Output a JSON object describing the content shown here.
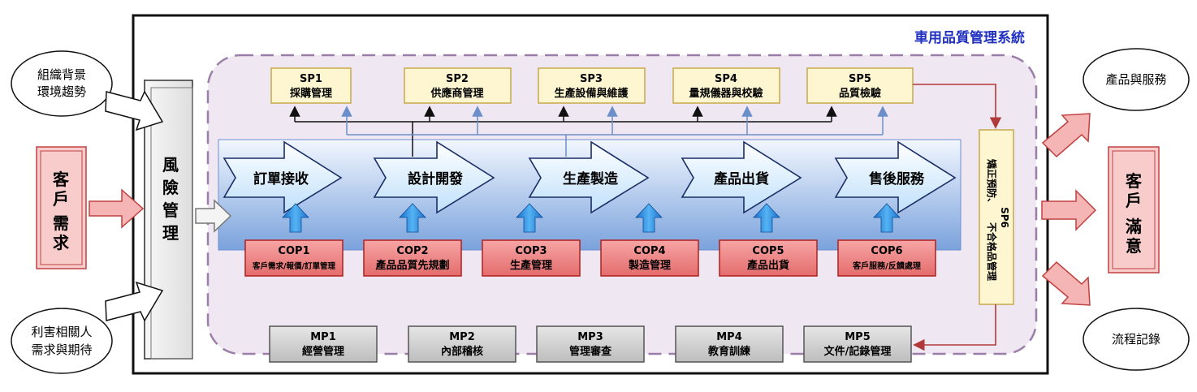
{
  "system_title": "車用品質管理系統",
  "inputs": {
    "context": [
      "組織背景",
      "環境趨勢"
    ],
    "customer_needs": [
      "客",
      "戶",
      "需",
      "求"
    ],
    "stakeholders": [
      "利害相關人",
      "需求與期待"
    ]
  },
  "risk_management": [
    "風",
    "險",
    "管",
    "理"
  ],
  "support_processes": [
    {
      "code": "SP1",
      "name": "採購管理"
    },
    {
      "code": "SP2",
      "name": "供應商管理"
    },
    {
      "code": "SP3",
      "name": "生產設備與維護"
    },
    {
      "code": "SP4",
      "name": "量規儀器與校驗"
    },
    {
      "code": "SP5",
      "name": "品質檢驗"
    }
  ],
  "sp6": {
    "code": "SP6",
    "lines": [
      "矯正預防、",
      "不合格品管理"
    ]
  },
  "flow_steps": [
    "訂單接收",
    "設計開發",
    "生產製造",
    "產品出貨",
    "售後服務"
  ],
  "core_processes": [
    {
      "code": "COP1",
      "name": "客戶需求/報價/訂單管理"
    },
    {
      "code": "COP2",
      "name": "產品品質先規劃"
    },
    {
      "code": "COP3",
      "name": "生產管理"
    },
    {
      "code": "COP4",
      "name": "製造管理"
    },
    {
      "code": "COP5",
      "name": "產品出貨"
    },
    {
      "code": "COP6",
      "name": "客戶服務/反饋處理"
    }
  ],
  "management_processes": [
    {
      "code": "MP1",
      "name": "經營管理"
    },
    {
      "code": "MP2",
      "name": "內部稽核"
    },
    {
      "code": "MP3",
      "name": "管理審查"
    },
    {
      "code": "MP4",
      "name": "教育訓練"
    },
    {
      "code": "MP5",
      "name": "文件/記錄管理"
    }
  ],
  "outputs": {
    "products": "產品與服務",
    "satisfaction": [
      "客",
      "戶",
      "滿",
      "意"
    ],
    "records": "流程記錄"
  },
  "colors": {
    "accent": "#2030c0",
    "sp_fill": "#fdf6d0",
    "sp_border": "#c9a84c",
    "cop_fill": "#f08080",
    "cop_border": "#b02020",
    "mp_fill": "#cfcfcf",
    "customer_fill": "#f9cccc",
    "customer_border": "#c04040",
    "band_top": "#f0f6fe",
    "band_bottom": "#7ea4dc",
    "dashed_region": "#efe7f1",
    "dashed_border": "#9b7fa9",
    "step_arrow": "#dcefff"
  }
}
